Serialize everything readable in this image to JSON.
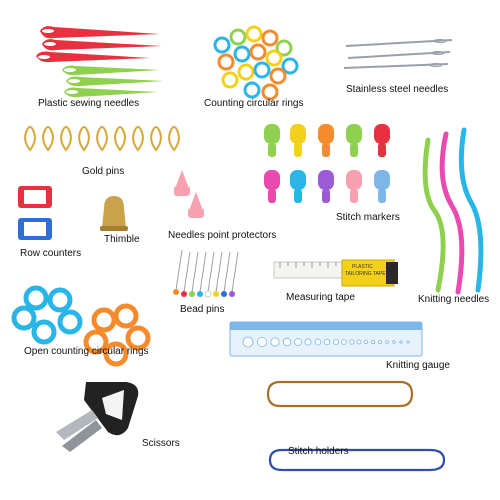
{
  "labels": {
    "plastic_sewing_needles": "Plastic sewing needles",
    "counting_circular_rings": "Counting circular rings",
    "stainless_steel_needles": "Stainless steel needles",
    "gold_pins": "Gold pins",
    "row_counters": "Row counters",
    "thimble": "Thimble",
    "needles_point_protectors": "Needles point protectors",
    "stitch_markers": "Stitch markers",
    "bead_pins": "Bead pins",
    "measuring_tape": "Measuring tape",
    "knitting_needles": "Knitting needles",
    "open_counting_circular_rings": "Open counting circular rings",
    "knitting_gauge": "Knitting gauge",
    "scissors": "Scissors",
    "stitch_holders": "Stitch holders"
  },
  "tape_text": {
    "line1": "PLASTIC",
    "line2": "TAILORING TAPE"
  },
  "colors": {
    "red": "#e8313f",
    "green": "#8fd14f",
    "cyan": "#29b6e6",
    "orange": "#f58b2c",
    "gold": "#d9a93a",
    "pink": "#f7a1b0",
    "purple": "#9b5bd6",
    "yellow": "#f3d11a",
    "blue_gauge": "#7fb6e8",
    "steel": "#9aa0a8"
  }
}
